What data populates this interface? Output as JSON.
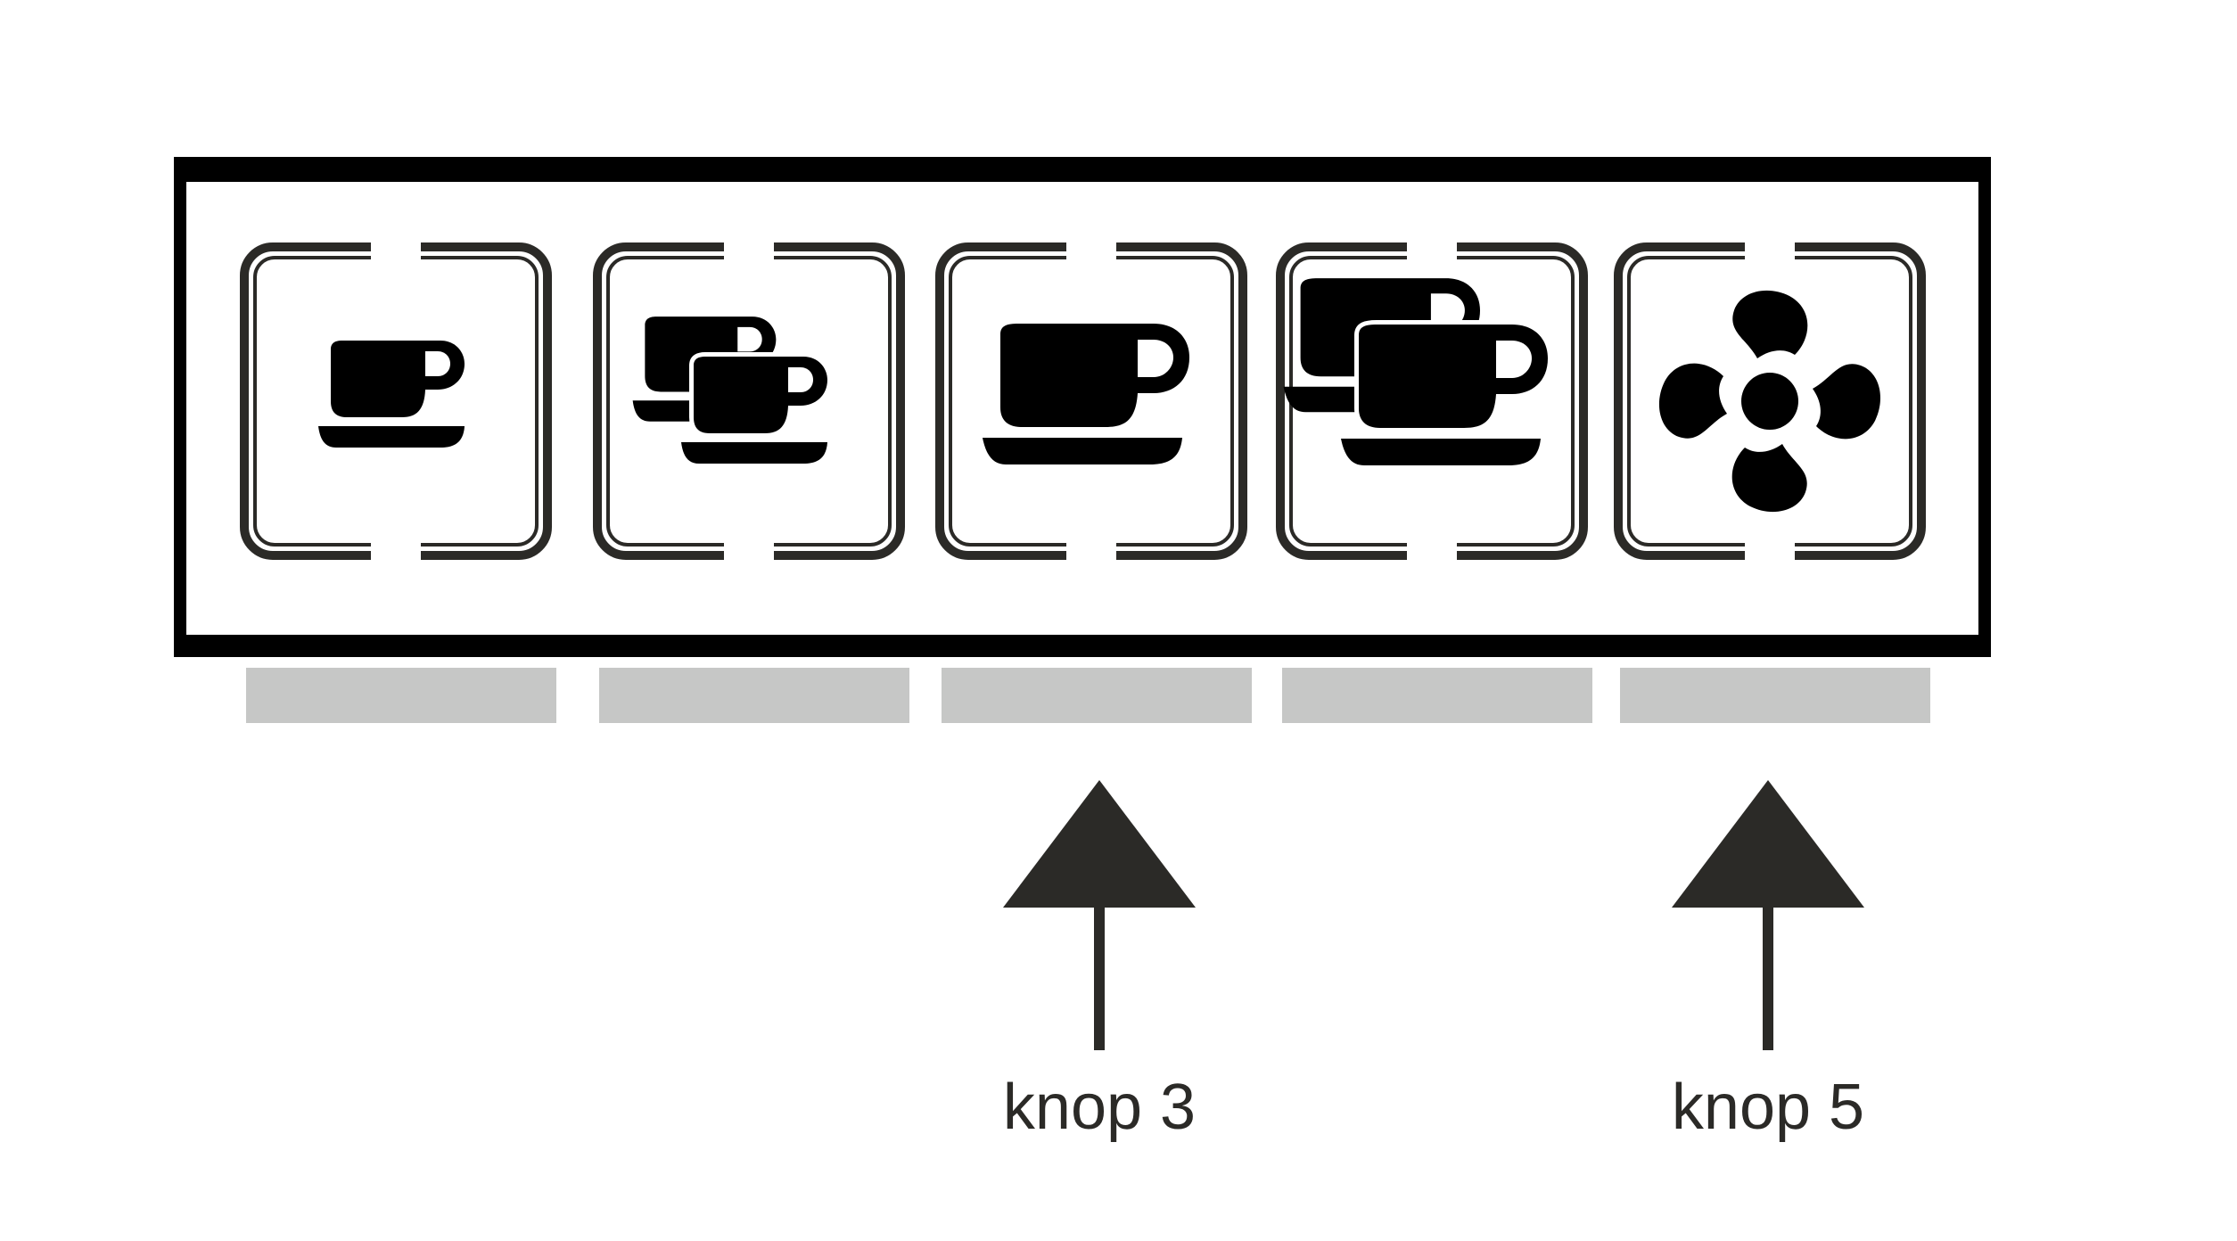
{
  "panel": {
    "buttons": [
      {
        "icon": "single-cup-icon"
      },
      {
        "icon": "two-cups-icon"
      },
      {
        "icon": "large-cup-icon"
      },
      {
        "icon": "two-large-cups-icon"
      },
      {
        "icon": "fan-icon"
      }
    ]
  },
  "callouts": [
    {
      "label": "knop 3",
      "points_to_button": 3
    },
    {
      "label": "knop 5",
      "points_to_button": 5
    }
  ],
  "colors": {
    "frame": "#000000",
    "button_outline": "#2b2a27",
    "indicator": "#c6c7c6",
    "arrow": "#2b2a27",
    "label": "#2b2a27"
  }
}
